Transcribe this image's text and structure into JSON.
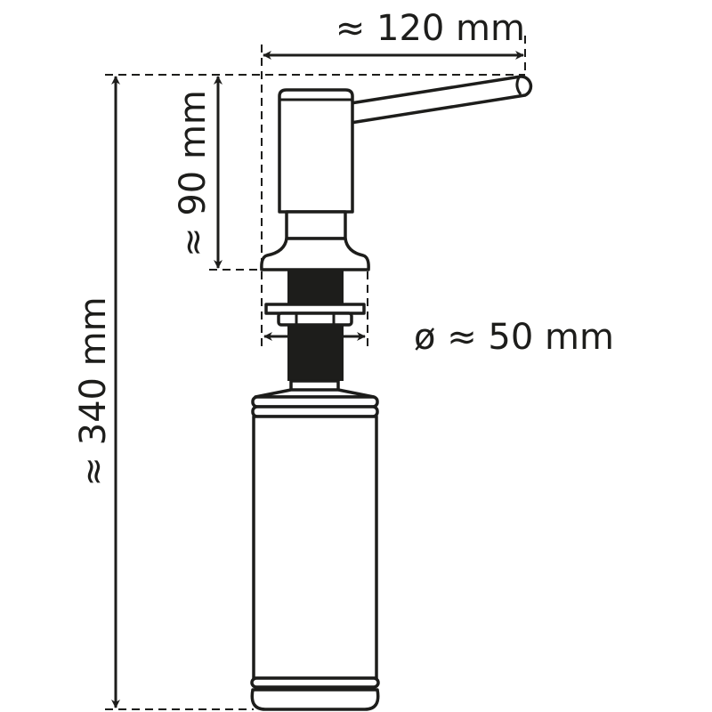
{
  "dimensions": {
    "width_label": "≈ 120 mm",
    "head_height_label": "≈ 90 mm",
    "total_height_label": "≈ 340 mm",
    "diameter_label": "ø ≈ 50 mm"
  },
  "colors": {
    "line": "#1d1d1b",
    "background": "#ffffff"
  }
}
